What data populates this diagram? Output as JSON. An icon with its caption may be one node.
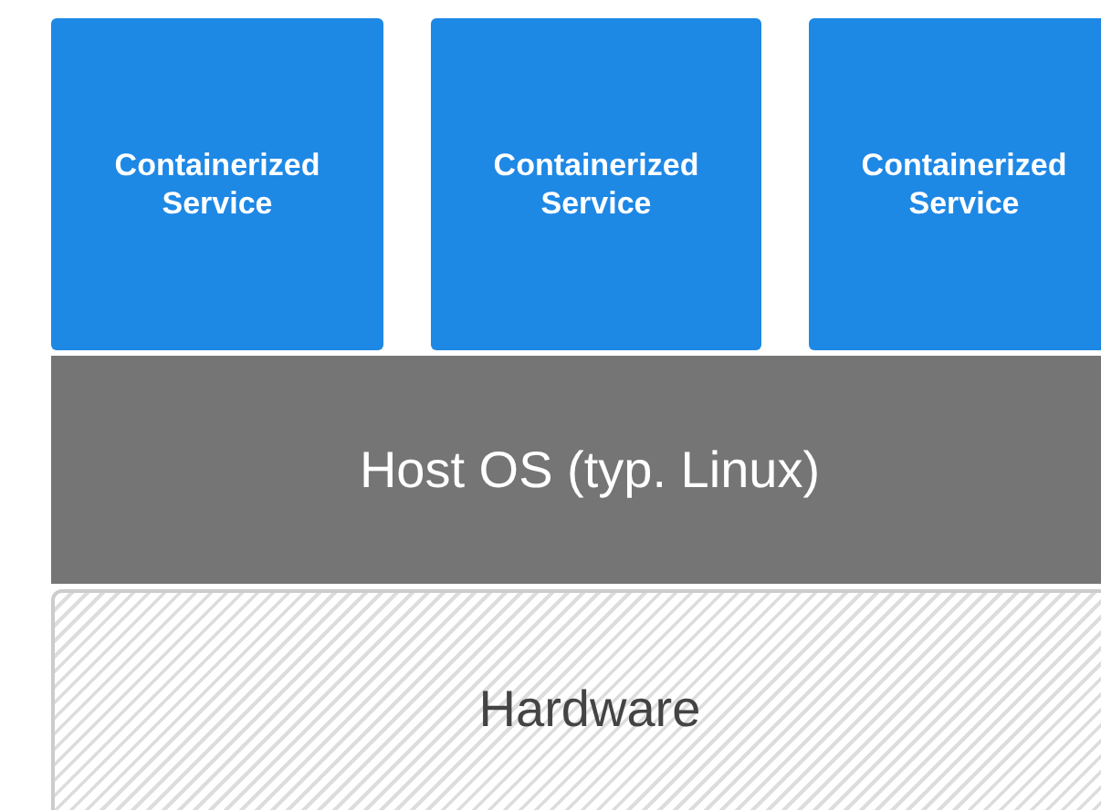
{
  "diagram": {
    "nodes": [
      {
        "text": [
          "Containerized Service"
        ]
      },
      {
        "text": [
          "Containerized Service"
        ]
      },
      {
        "text": [
          "Containerized Service"
        ]
      },
      {
        "text": [
          "Host OS (typ. Linux)"
        ]
      },
      {
        "text": [
          "Hardware"
        ]
      }
    ]
  }
}
